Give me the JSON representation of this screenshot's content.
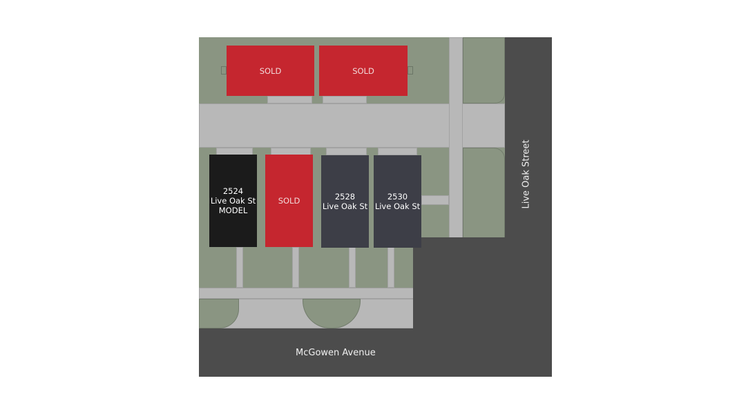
{
  "colors": {
    "lawn": "#8a9582",
    "walkway": "#b8b8b8",
    "road": "#4c4c4c",
    "sold": "#c5262f",
    "available": "#3d3e47",
    "model": "#1b1b1b"
  },
  "streets": {
    "bottom": "McGowen Avenue",
    "right": "Live Oak Street"
  },
  "units": {
    "top_left": {
      "status": "sold",
      "label": "SOLD"
    },
    "top_right": {
      "status": "sold",
      "label": "SOLD"
    },
    "u2524": {
      "status": "model",
      "line1": "2524",
      "line2": "Live Oak St",
      "line3": "MODEL"
    },
    "u2526": {
      "status": "sold",
      "label": "SOLD"
    },
    "u2528": {
      "status": "available",
      "line1": "2528",
      "line2": "Live Oak St"
    },
    "u2530": {
      "status": "available",
      "line1": "2530",
      "line2": "Live Oak St"
    }
  }
}
